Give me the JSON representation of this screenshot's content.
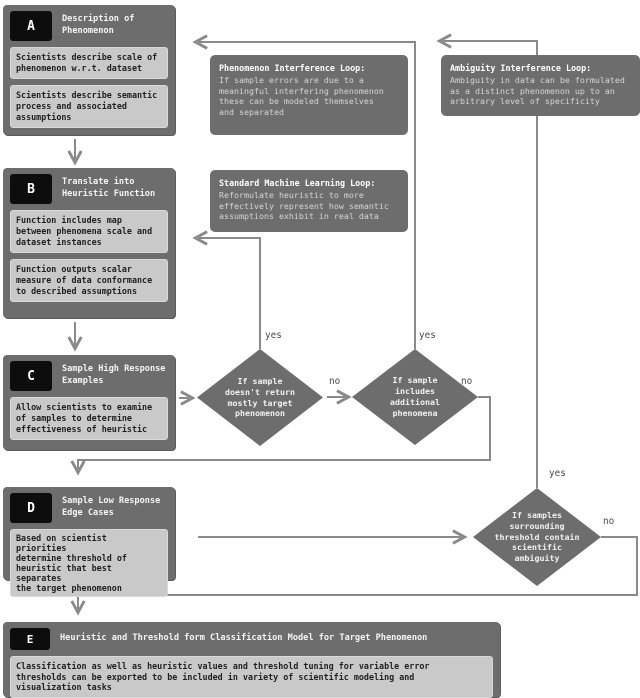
{
  "labels": {
    "yes": "yes",
    "no": "no"
  },
  "blocks": [
    {
      "badge": "A",
      "title": "Description of\nPhenomenon",
      "items": [
        "Scientists describe scale of\nphenomenon w.r.t. dataset",
        "Scientists describe semantic\nprocess and associated\nassumptions"
      ]
    },
    {
      "badge": "B",
      "title": "Translate into\nHeuristic Function",
      "items": [
        "Function includes map\nbetween phenomena scale and\ndataset instances",
        "Function outputs scalar\nmeasure of data conformance\nto described assumptions"
      ]
    },
    {
      "badge": "C",
      "title": "Sample High Response\nExamples",
      "items": [
        "Allow scientists to examine\nof samples to determine\neffectiveness of heuristic"
      ]
    },
    {
      "badge": "D",
      "title": "Sample Low Response\nEdge Cases",
      "items": [
        "Based on scientist priorities\ndetermine threshold of\nheuristic that best separates\nthe target phenomenon"
      ]
    },
    {
      "badge": "E",
      "title": "Heuristic and Threshold form Classification Model for Target Phenomenon",
      "items": [
        "Classification as well as heuristic values and threshold tuning for variable error\nthresholds can be exported to be included in variety of scientific modeling and\nvisualization tasks"
      ]
    }
  ],
  "loops": [
    {
      "title": "Phenomenon Interference Loop:",
      "body": "If sample errors are due to a\nmeaningful interfering phenomenon\nthese can be modeled themselves\nand separated"
    },
    {
      "title": "Standard Machine Learning Loop:",
      "body": "Reformulate heuristic to more\neffectively represent how semantic\nassumptions exhibit in real data"
    },
    {
      "title": "Ambiguity Interference Loop:",
      "body": "Ambiguity in data can be formulated\nas a distinct phenomenon up to an\narbitrary level of specificity"
    }
  ],
  "decisions": [
    {
      "text": "If sample\ndoesn't return\nmostly target\nphenomenon"
    },
    {
      "text": "If sample\nincludes\nadditional\nphenomena"
    },
    {
      "text": "If samples\nsurrounding\nthreshold contain\nscientific\nambiguity"
    }
  ],
  "colors": {
    "node_fill": "#6d6d6d",
    "item_fill": "#c9c9c9",
    "badge_fill": "#0d0d0d",
    "line": "#8a8a8a",
    "text_light": "#f2f2f2",
    "text_dark": "#1f1f1f",
    "background": "#ffffff"
  }
}
